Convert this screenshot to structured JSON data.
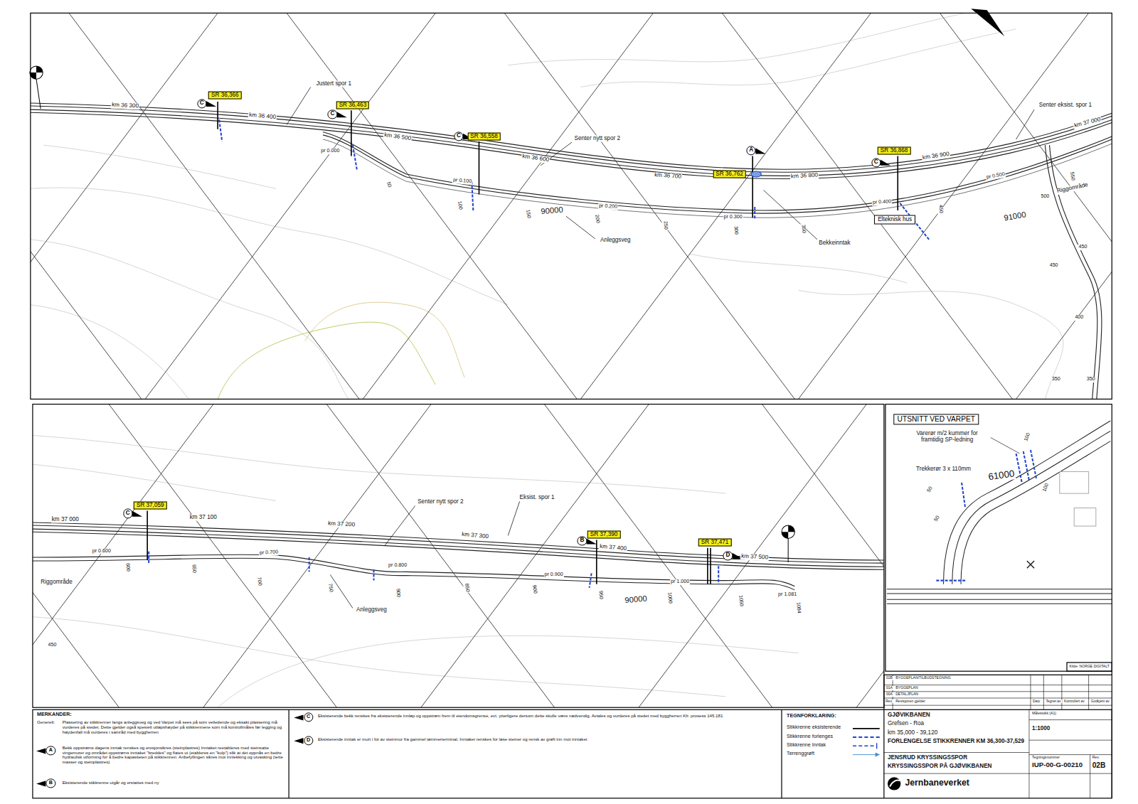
{
  "diagram": {
    "nodes": [
      {
        "text": [
          "C"
        ]
      },
      {
        "text": [
          "SR 36,366"
        ]
      },
      {
        "text": [
          "C"
        ]
      },
      {
        "text": [
          "SR 36,463"
        ]
      },
      {
        "text": [
          "C"
        ]
      },
      {
        "text": [
          "SR 36,558"
        ]
      },
      {
        "text": [
          "A"
        ]
      },
      {
        "text": [
          "SR 36,762"
        ]
      },
      {
        "text": [
          "C"
        ]
      },
      {
        "text": [
          "SR 36,868"
        ]
      },
      {
        "text": [
          "Elteknisk hus"
        ]
      },
      {
        "text": [
          "C"
        ]
      },
      {
        "text": [
          "SR 37,059"
        ]
      },
      {
        "text": [
          "B"
        ]
      },
      {
        "text": [
          "SR 37,390"
        ]
      },
      {
        "text": [
          "D"
        ]
      },
      {
        "text": [
          "SR 37,471"
        ]
      },
      {
        "text": [
          "UTSNITT VED VARPET"
        ]
      },
      {
        "text": [
          "A"
        ]
      },
      {
        "text": [
          "B"
        ]
      },
      {
        "text": [
          "C"
        ]
      },
      {
        "text": [
          "D"
        ]
      }
    ],
    "labels": [
      "Justert spor 1",
      "km 36 300",
      "km 36 400",
      "km 36 500",
      "km 36 600",
      "km 36 700",
      "km 36 800",
      "km 36 900",
      "km 37 000",
      "Senter nytt spor 2",
      "Senter eksist. spor 1",
      "pr 0.000",
      "pr 0.100",
      "pr 0.200",
      "pr 0.300",
      "pr 0.400",
      "pr 0.500",
      "50",
      "100",
      "150",
      "200",
      "250",
      "300",
      "350",
      "450",
      "500",
      "550",
      "90000",
      "91000",
      "Anleggsveg",
      "Bekkeinntak",
      "Riggområde",
      "450",
      "450",
      "400",
      "350",
      "350",
      "km 37 000",
      "km 37 100",
      "km 37 200",
      "km 37 300",
      "km 37 400",
      "km 37 500",
      "Senter nytt spor 2",
      "Eksist. spor 1",
      "pr 0.600",
      "pr 0.700",
      "pr 0.800",
      "pr 0.900",
      "pr 1.000",
      "pr 1.081",
      "600",
      "650",
      "700",
      "750",
      "800",
      "850",
      "900",
      "950",
      "1000",
      "1050",
      "1084",
      "90000",
      "Anleggsveg",
      "Riggområde",
      "450",
      "Varerør m/2 kummer for framtidig SP-ledning",
      "Trekkerør 3 x 110mm",
      "61000",
      "100",
      "100",
      "50",
      "50",
      "Kilde: NORGE DIGITALT",
      "02B",
      "BYGGEPLAN/TILBUDSTEGNING",
      "01A",
      "BYGGEPLAN",
      "00A",
      "DETALJPLAN",
      "Rev.",
      "Revisjonen gjelder",
      "Dato",
      "Tegnet av",
      "Kontrollert av",
      "Godkjent av",
      "MERKANDER:",
      "Generelt:",
      "Plassering av stikkrenner langs anleggsveg og ved Varpet må sees på som veiledende og eksakt plassering må vurderes på stedet. Dette gjelder også spesielt utløpshøyder på stikkrennene som må kontrollmåles før legging og høydenfall må vurderes i samråd med byggherren",
      "Bekk oppstrøms dagens inntak renskes og erosjonsikres (steinplastres) Inntaket reetableres med steinsatte vingemurer og området oppstrøms inntaket \"breddes\" og flates ut (etableres en \"kulp\") slik at det oppnås en bedre hydraulisk utforming for å bedre kapasiteten på stikkrennen. Anbefyllingen sikres mot innlekking og utvasking (tette masser og steinplastres)",
      "Eksisterende stikkrenne utgår og erstattes med ny",
      "Eksisterende bekk renskes fra eksisterende innløp og oppstrøm frem til eiendomsgrense, evt. ytterligere dersom dette skulle være nødvendig. Avtales og vurderes på stedet med byggherren Kfr. prosess 145.181",
      "Eksisterende inntak er murt i fot av steinmur fra gammel tømmerterminal. Inntaket renskes for løse steiner og rensk av grøft inn mot inntaket",
      "TEGNFORKLARING:",
      "GJØVIKBANEN",
      "Grefsen - Roa",
      "km 35,000 - 39,120",
      "FORLENGELSE STIKKRENNER KM 36,300-37,529",
      "JENSRUD KRYSSINGSSPOR",
      "KRYSSINGSSPOR PÅ GJØVIKBANEN",
      "Jernbaneverket",
      "Målestokk (A1)",
      "1:1000",
      "Tegningsnummer",
      "IUP-00-G-00210",
      "02B",
      "Rev."
    ],
    "legend": [
      {
        "text": "Stikkrenne eksisterende"
      },
      {
        "text": "Stikkrenne forlenges"
      },
      {
        "text": "Stikkrenne Inntak"
      },
      {
        "text": "Terrenggrøft"
      }
    ]
  }
}
